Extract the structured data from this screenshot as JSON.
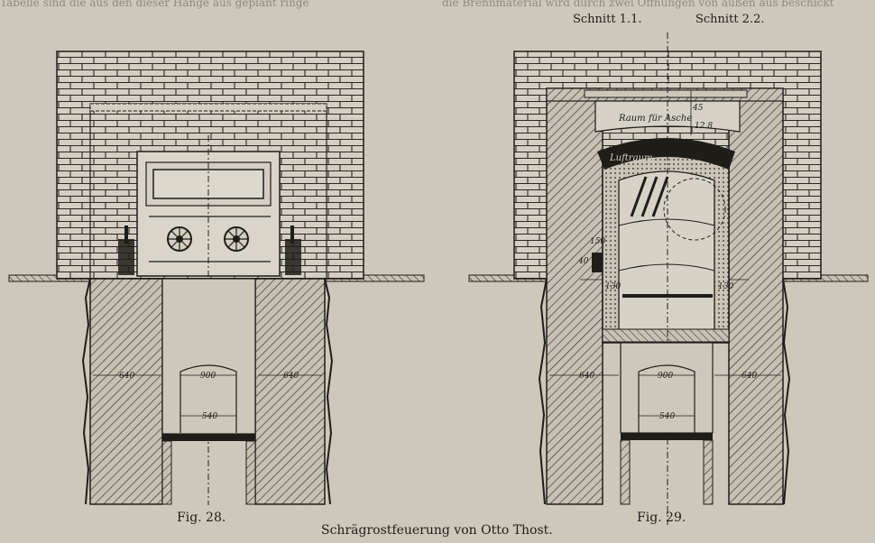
{
  "background_text": {
    "top_left": "Tabelle sind die aus den dieser Hänge aus geplant ringe",
    "top_right": "die Brennmaterial wird durch zwei Öffnungen von außen aus beschickt"
  },
  "figure_28": {
    "caption": "Fig. 28.",
    "dims": {
      "left": "640",
      "right": "640",
      "inner_top": "900",
      "inner_bottom": "540"
    }
  },
  "figure_29": {
    "caption": "Fig. 29.",
    "section_left": "Schnitt 1.1.",
    "section_right": "Schnitt 2.2.",
    "label_ash": "Raum für Asche",
    "label_air": "Luftraum",
    "dims": {
      "left": "640",
      "right": "640",
      "inner_top": "900",
      "inner_bottom": "540",
      "top_gap": "45",
      "ash_height": "12.8",
      "side_left": "130",
      "side_right": "130",
      "small_left": "40",
      "small_left2": "150"
    }
  },
  "main_caption": "Schrägrostfeuerung von Otto Thost."
}
